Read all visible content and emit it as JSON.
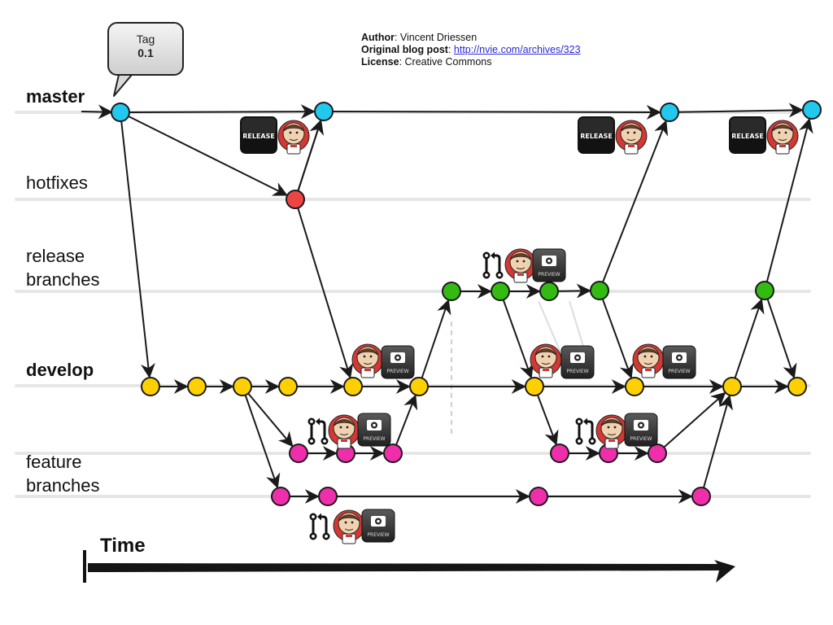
{
  "credits": {
    "author_label": "Author",
    "author_value": ": Vincent Driessen",
    "blog_label": "Original blog post",
    "blog_sep": ": ",
    "blog_url": "http://nvie.com/archives/323",
    "license_label": "License",
    "license_value": ": Creative Commons"
  },
  "tag": {
    "title": "Tag",
    "version": "0.1"
  },
  "lanes": {
    "master": "master",
    "hotfixes": "hotfixes",
    "release_1": "release",
    "release_2": "branches",
    "develop": "develop",
    "feature_1": "feature",
    "feature_2": "branches"
  },
  "time_label": "Time",
  "badges": {
    "release_text": "RELEASE",
    "preview_text": "PREVIEW"
  },
  "colors": {
    "master": "#22c8ee",
    "hotfix": "#ee4444",
    "release": "#33bb11",
    "develop": "#ffd000",
    "feature": "#ee2eaa",
    "stroke": "#1a1a1a",
    "lane": "#e6e6e6",
    "jenkins_red": "#d33833",
    "link": "#2a2ad4"
  }
}
